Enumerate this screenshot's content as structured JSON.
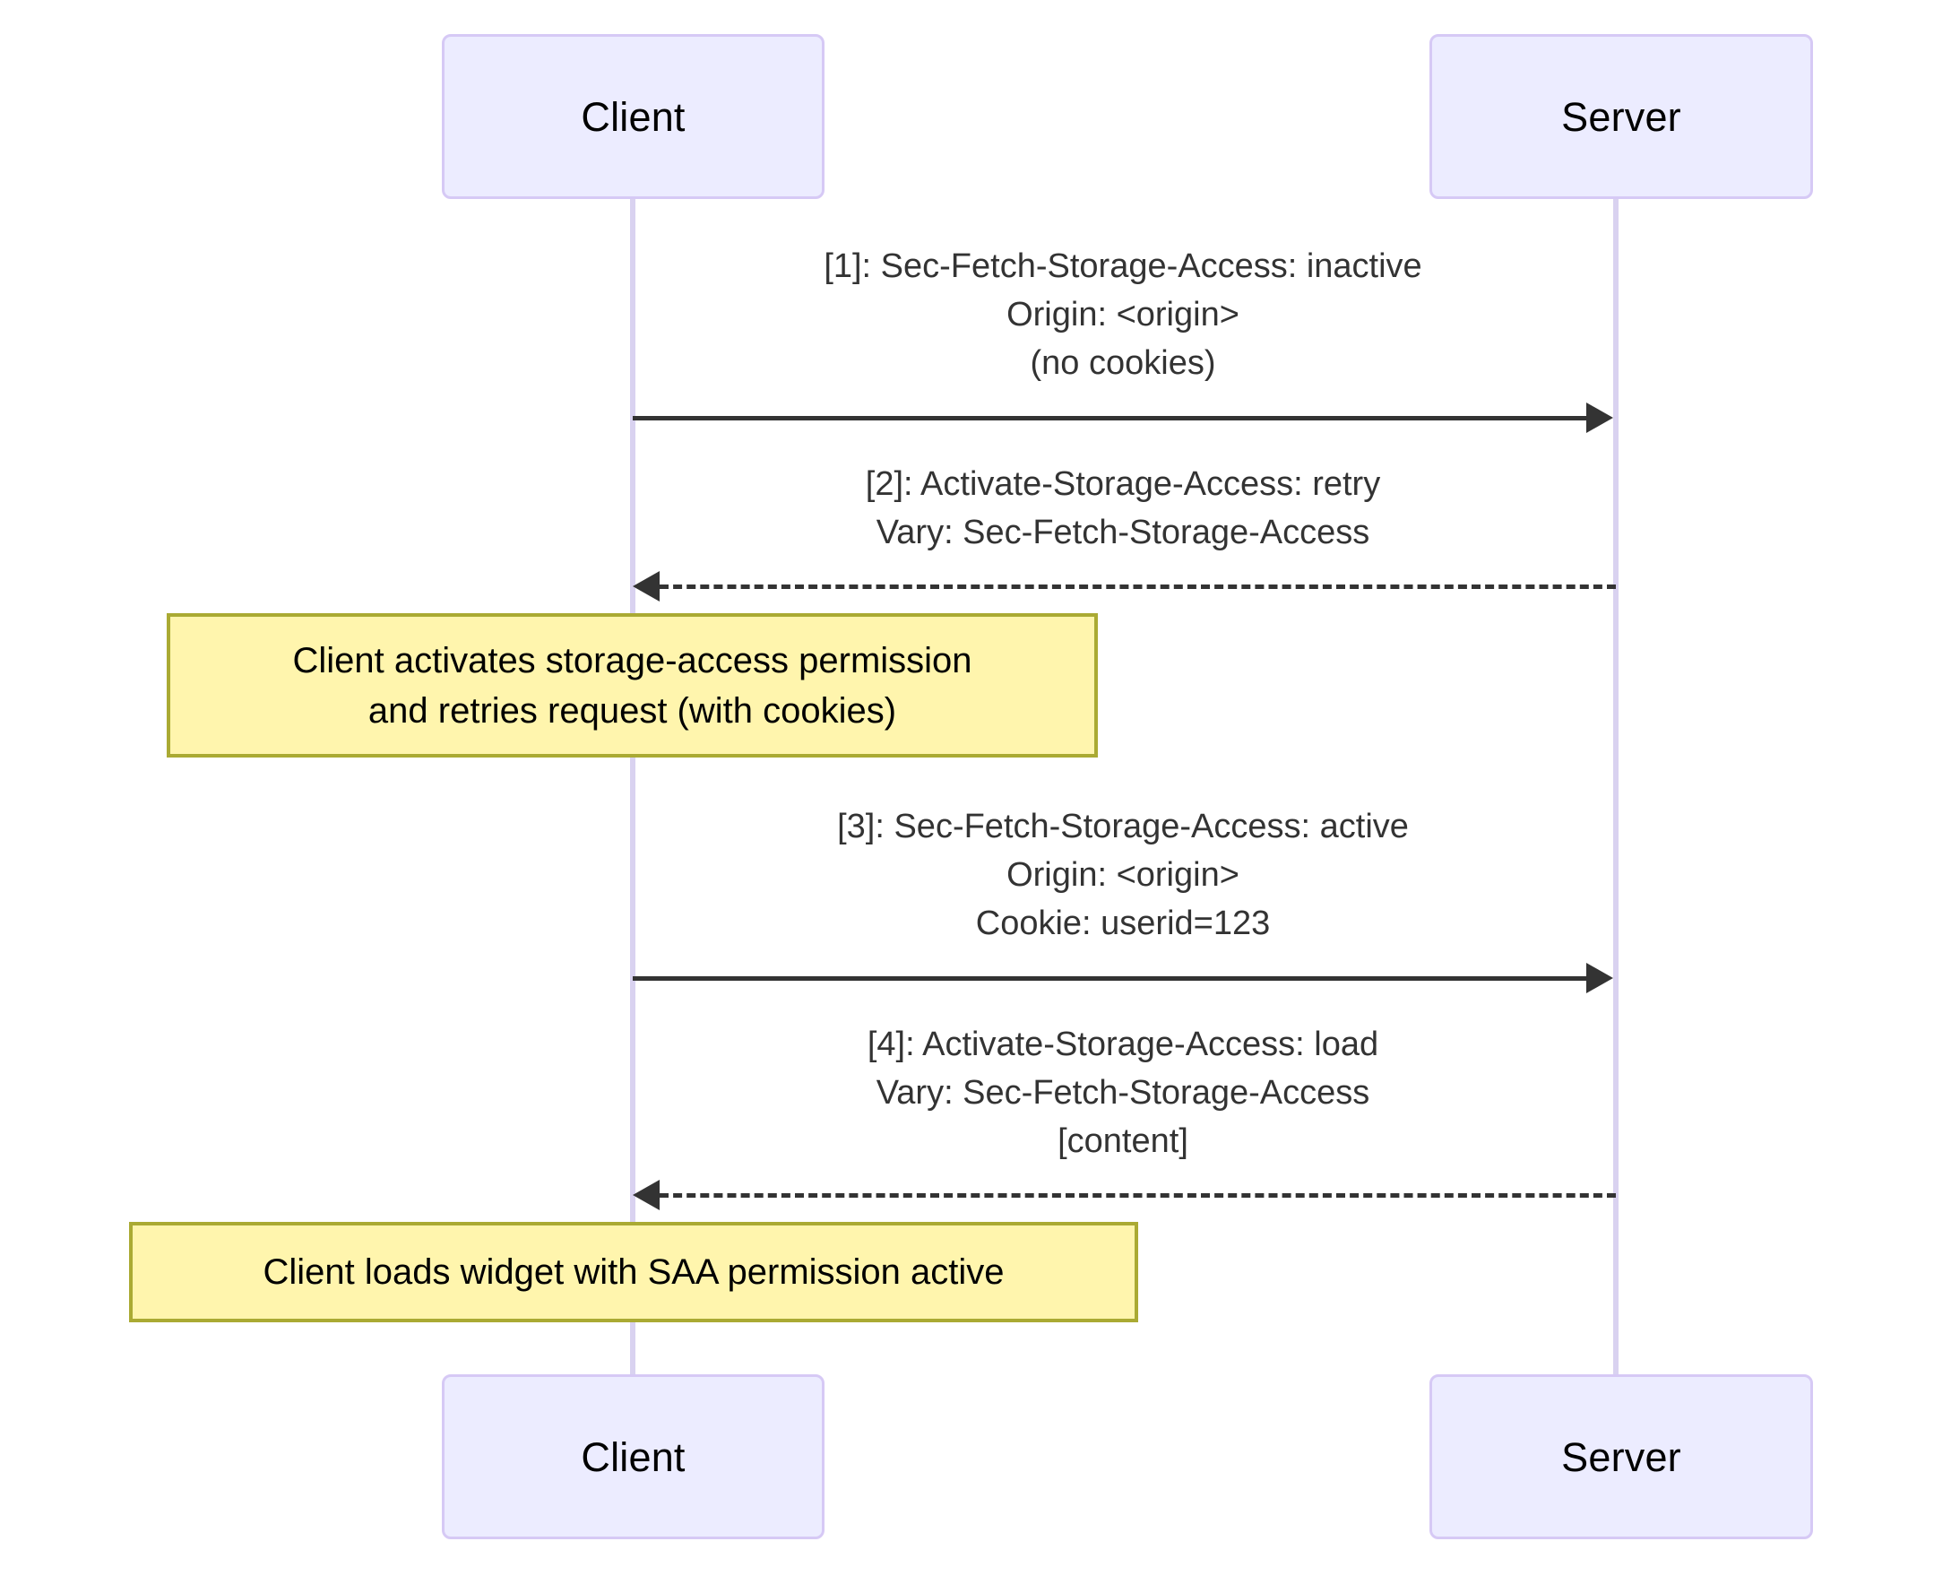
{
  "diagram": {
    "type": "sequence-diagram",
    "background_color": "#ffffff",
    "colors": {
      "participant_fill": "#ececff",
      "participant_border": "#d6c9f5",
      "lifeline": "#d9d2f0",
      "arrow": "#333333",
      "note_fill": "#fff5ad",
      "note_border": "#aaaa33",
      "text": "#333333"
    }
  },
  "participants": [
    {
      "id": "client",
      "label": "Client"
    },
    {
      "id": "server",
      "label": "Server"
    }
  ],
  "participants_bottom": [
    {
      "id": "client",
      "label": "Client"
    },
    {
      "id": "server",
      "label": "Server"
    }
  ],
  "messages": [
    {
      "index": "1",
      "from": "client",
      "to": "server",
      "style": "solid",
      "direction": "right",
      "label": "[1]: Sec-Fetch-Storage-Access: inactive\nOrigin: <origin>\n(no cookies)"
    },
    {
      "index": "2",
      "from": "server",
      "to": "client",
      "style": "dashed",
      "direction": "left",
      "label": "[2]: Activate-Storage-Access: retry\nVary: Sec-Fetch-Storage-Access"
    },
    {
      "index": "3",
      "from": "client",
      "to": "server",
      "style": "solid",
      "direction": "right",
      "label": "[3]: Sec-Fetch-Storage-Access: active\nOrigin: <origin>\nCookie: userid=123"
    },
    {
      "index": "4",
      "from": "server",
      "to": "client",
      "style": "dashed",
      "direction": "left",
      "label": "[4]: Activate-Storage-Access: load\nVary: Sec-Fetch-Storage-Access\n[content]"
    }
  ],
  "notes": [
    {
      "id": "note-activate",
      "over": "client",
      "text": "Client activates storage-access permission\nand retries request (with cookies)"
    },
    {
      "id": "note-load",
      "over": "client",
      "text": "Client loads widget with SAA permission active"
    }
  ]
}
